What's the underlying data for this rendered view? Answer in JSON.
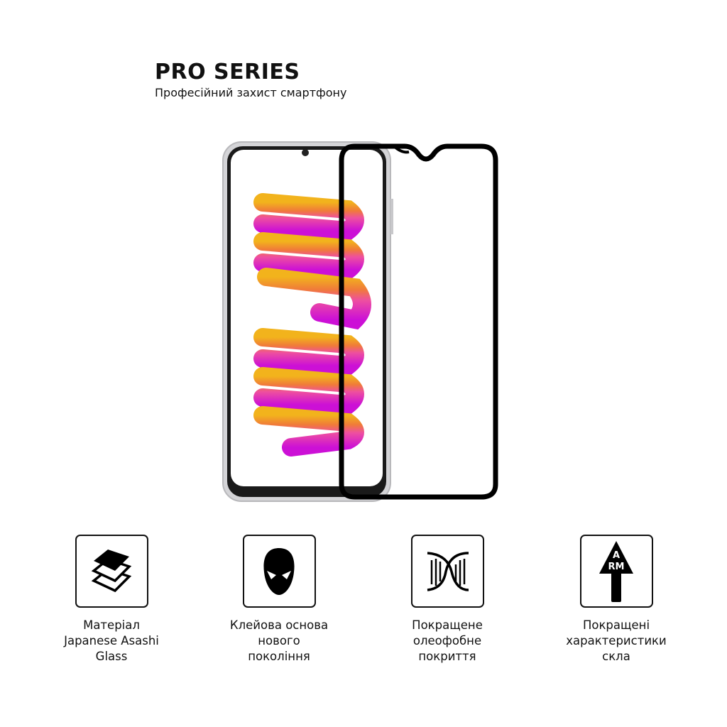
{
  "header": {
    "title": "PRO SERIES",
    "subtitle": "Професійний захист смартфону"
  },
  "features": [
    {
      "icon": "glass-layers-icon",
      "label": "Матеріал\nJapanese Asashi\nGlass"
    },
    {
      "icon": "spider-mask-icon",
      "label": "Клейова основа\nнового\nпокоління"
    },
    {
      "icon": "dna-helix-icon",
      "label": "Покращене\nолеофобне\nпокриття"
    },
    {
      "icon": "arm-arrow-icon",
      "label": "Покращені\nхарактеристики\nскла",
      "logo_text": "ARM"
    }
  ],
  "colors": {
    "film": "#000000",
    "phone_frame": "#cfcfd2",
    "logo_top": "#f2b31c",
    "logo_bottom": "#d61ad8"
  }
}
